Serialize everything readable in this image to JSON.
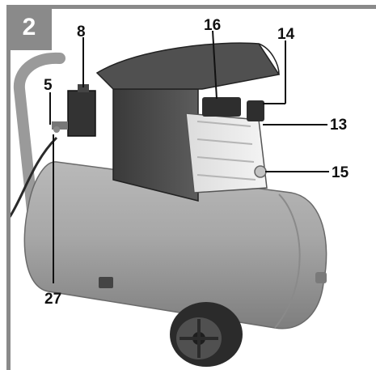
{
  "figure": {
    "number": "2",
    "frame_color": "#8a8a8a",
    "callouts": {
      "c8": "8",
      "c5": "5",
      "c27": "27",
      "c16": "16",
      "c14": "14",
      "c13": "13",
      "c15": "15"
    }
  }
}
